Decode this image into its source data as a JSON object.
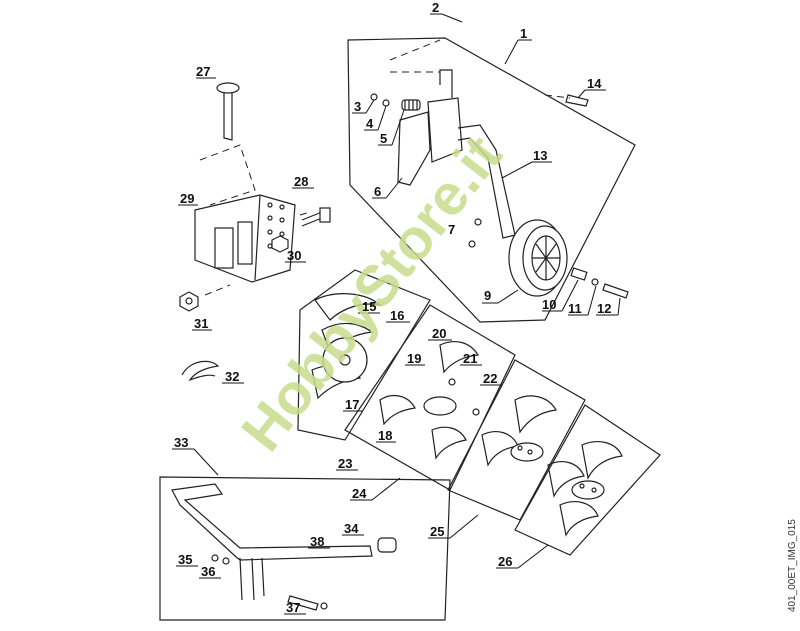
{
  "labels": {
    "l1": "1",
    "l2": "2",
    "l3": "3",
    "l4": "4",
    "l5": "5",
    "l6": "6",
    "l7": "7",
    "l9": "9",
    "l10": "10",
    "l11": "11",
    "l12": "12",
    "l13": "13",
    "l14": "14",
    "l15": "15",
    "l16": "16",
    "l17": "17",
    "l18": "18",
    "l19": "19",
    "l20": "20",
    "l21": "21",
    "l22": "22",
    "l23": "23",
    "l24": "24",
    "l25": "25",
    "l26": "26",
    "l27": "27",
    "l28": "28",
    "l29": "29",
    "l30": "30",
    "l31": "31",
    "l32": "32",
    "l33": "33",
    "l34": "34",
    "l35": "35",
    "l36": "36",
    "l37": "37",
    "l38": "38"
  },
  "watermark": "HobbyStore.it",
  "image_code": "401_00ET_IMG_015"
}
